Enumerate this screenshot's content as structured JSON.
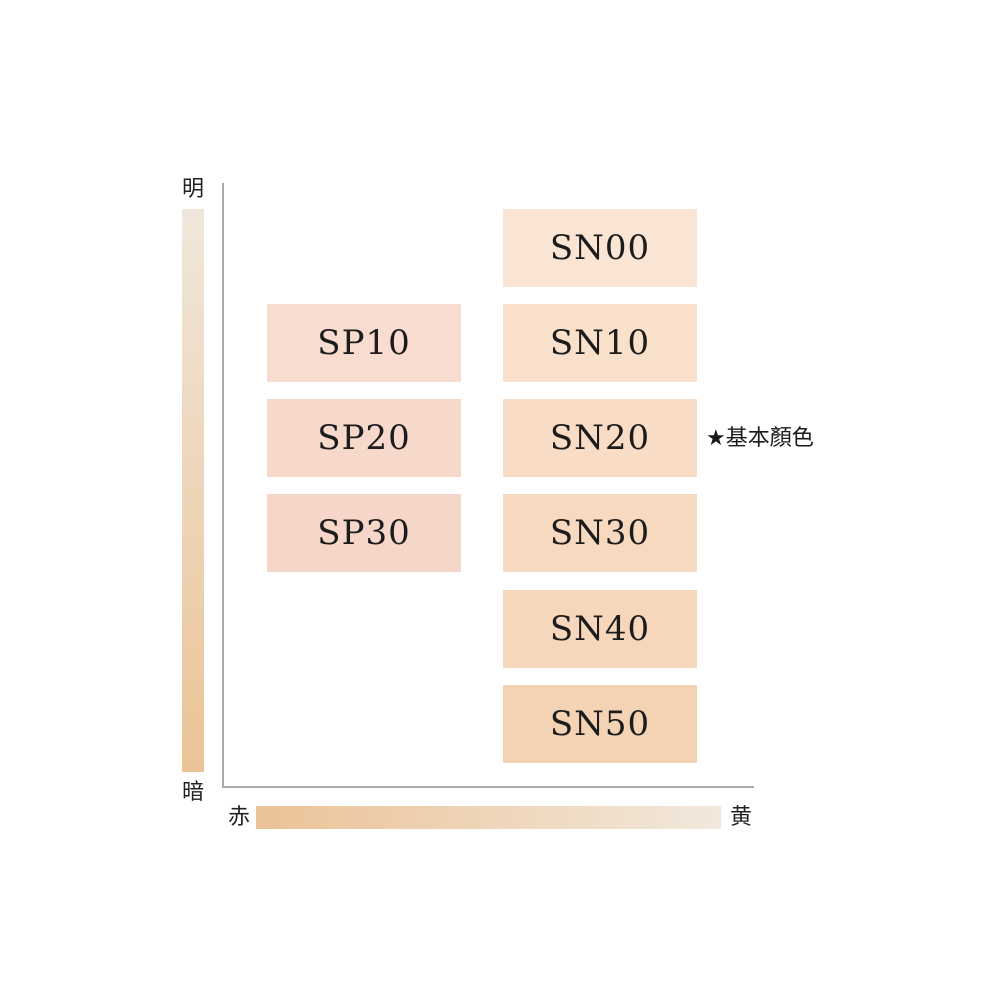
{
  "axes": {
    "vertical": {
      "top_label": "明",
      "bottom_label": "暗",
      "gradient_top": "#f0e7db",
      "gradient_bottom": "#ebc396"
    },
    "horizontal": {
      "left_label": "赤",
      "right_label": "黄",
      "gradient_left": "#ecc296",
      "gradient_right": "#f1e8dc"
    }
  },
  "columns": {
    "sp": {
      "swatches": [
        {
          "label": "SP10",
          "color": "#f8dccf"
        },
        {
          "label": "SP20",
          "color": "#f7d9cc"
        },
        {
          "label": "SP30",
          "color": "#f6d6c8"
        }
      ]
    },
    "sn": {
      "swatches": [
        {
          "label": "SN00",
          "color": "#fae5d4"
        },
        {
          "label": "SN10",
          "color": "#f9e0ca"
        },
        {
          "label": "SN20",
          "color": "#f8dcc5"
        },
        {
          "label": "SN30",
          "color": "#f7d9c0"
        },
        {
          "label": "SN40",
          "color": "#f6d7bc"
        },
        {
          "label": "SN50",
          "color": "#f4d3b5"
        }
      ]
    }
  },
  "annotation": {
    "text": "★基本顏色",
    "target": "SN20"
  }
}
